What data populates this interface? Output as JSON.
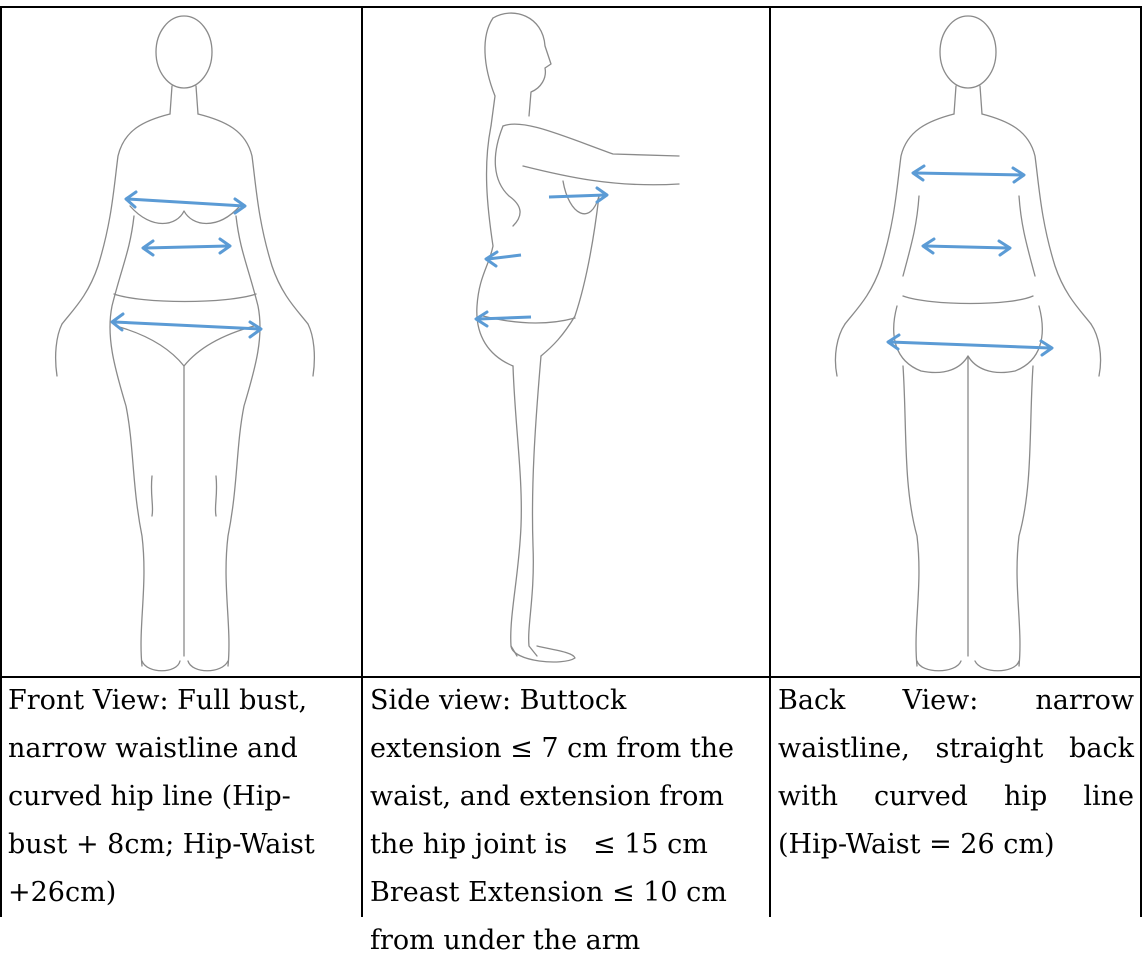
{
  "cells": {
    "front": [
      "Front View: Full bust,",
      "narrow waistline and",
      "curved hip line (Hip-",
      "bust + 8cm; Hip-Waist",
      "+26cm)"
    ],
    "side": [
      "Side view: Buttock",
      "extension ≤ 7 cm from the",
      "waist, and extension from",
      "the hip joint is   ≤ 15 cm",
      "Breast Extension ≤ 10 cm",
      "from under the arm"
    ],
    "back": [
      "Back    View:    narrow",
      "waistline, straight back",
      "with   curved   hip   line",
      "(Hip-Waist = 26 cm)"
    ]
  },
  "colors": {
    "arrow": "#5b9bd5",
    "outline": "#8a8a8a",
    "border": "#000000"
  }
}
